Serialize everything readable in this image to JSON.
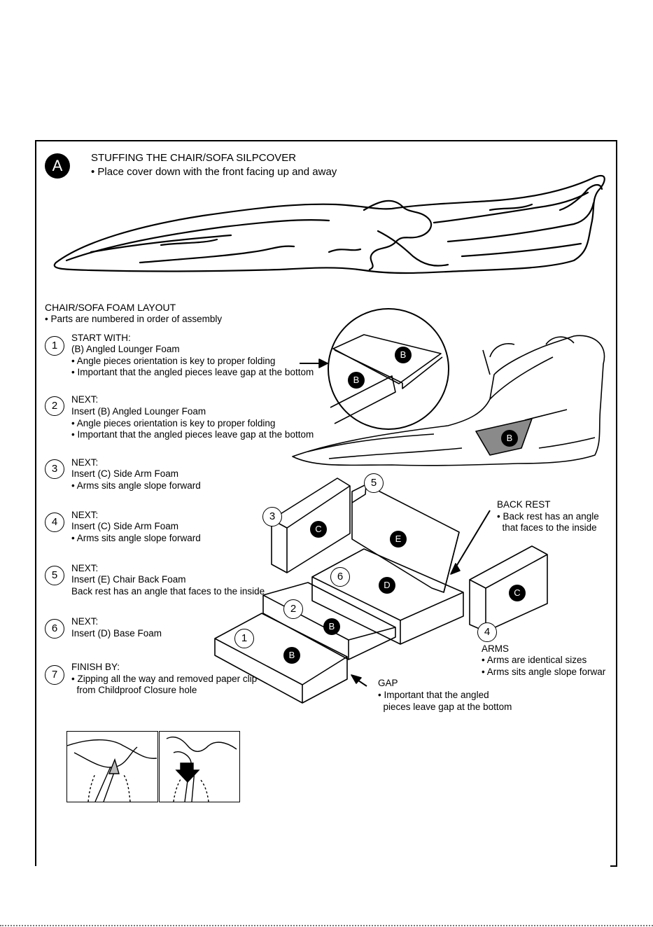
{
  "section_a": {
    "badge": "A",
    "title": "STUFFING THE CHAIR/SOFA SILPCOVER",
    "instruction": "• Place cover down with the front facing up and away"
  },
  "layout": {
    "heading": "CHAIR/SOFA FOAM LAYOUT",
    "note": "• Parts are numbered in order of assembly"
  },
  "steps": [
    {
      "num": "1",
      "label": "START WITH:",
      "lines": [
        "(B) Angled Lounger Foam",
        "• Angle pieces orientation is key to proper folding",
        "• Important that the angled pieces leave gap at the bottom"
      ]
    },
    {
      "num": "2",
      "label": "NEXT:",
      "lines": [
        "Insert (B) Angled Lounger Foam",
        "• Angle pieces orientation is key to proper folding",
        "• Important that the angled pieces leave gap at the bottom"
      ]
    },
    {
      "num": "3",
      "label": "NEXT:",
      "lines": [
        "Insert (C) Side Arm Foam",
        "• Arms sits angle slope forward"
      ]
    },
    {
      "num": "4",
      "label": "NEXT:",
      "lines": [
        "Insert (C) Side Arm Foam",
        "• Arms sits angle slope forward"
      ]
    },
    {
      "num": "5",
      "label": "NEXT:",
      "lines": [
        "Insert (E) Chair Back Foam",
        " Back rest has an angle that faces to the inside"
      ]
    },
    {
      "num": "6",
      "label": "NEXT:",
      "lines": [
        "Insert (D) Base Foam"
      ]
    },
    {
      "num": "7",
      "label": "FINISH BY:",
      "lines": [
        "• Zipping all the way and removed paper clip",
        "  from Childproof Closure hole"
      ]
    }
  ],
  "diagram": {
    "labels": {
      "b": "B",
      "c": "C",
      "d": "D",
      "e": "E"
    },
    "part_numbers": [
      "1",
      "2",
      "3",
      "4",
      "5",
      "6"
    ],
    "back_rest": {
      "heading": "BACK REST",
      "line1": "• Back rest has an angle",
      "line2": "  that faces to the inside"
    },
    "arms": {
      "heading": "ARMS",
      "line1": "• Arms are identical sizes",
      "line2": "• Arms sits angle slope forwar"
    },
    "gap": {
      "heading": "GAP",
      "line1": "• Important that the angled",
      "line2": "  pieces leave gap at the bottom"
    }
  }
}
